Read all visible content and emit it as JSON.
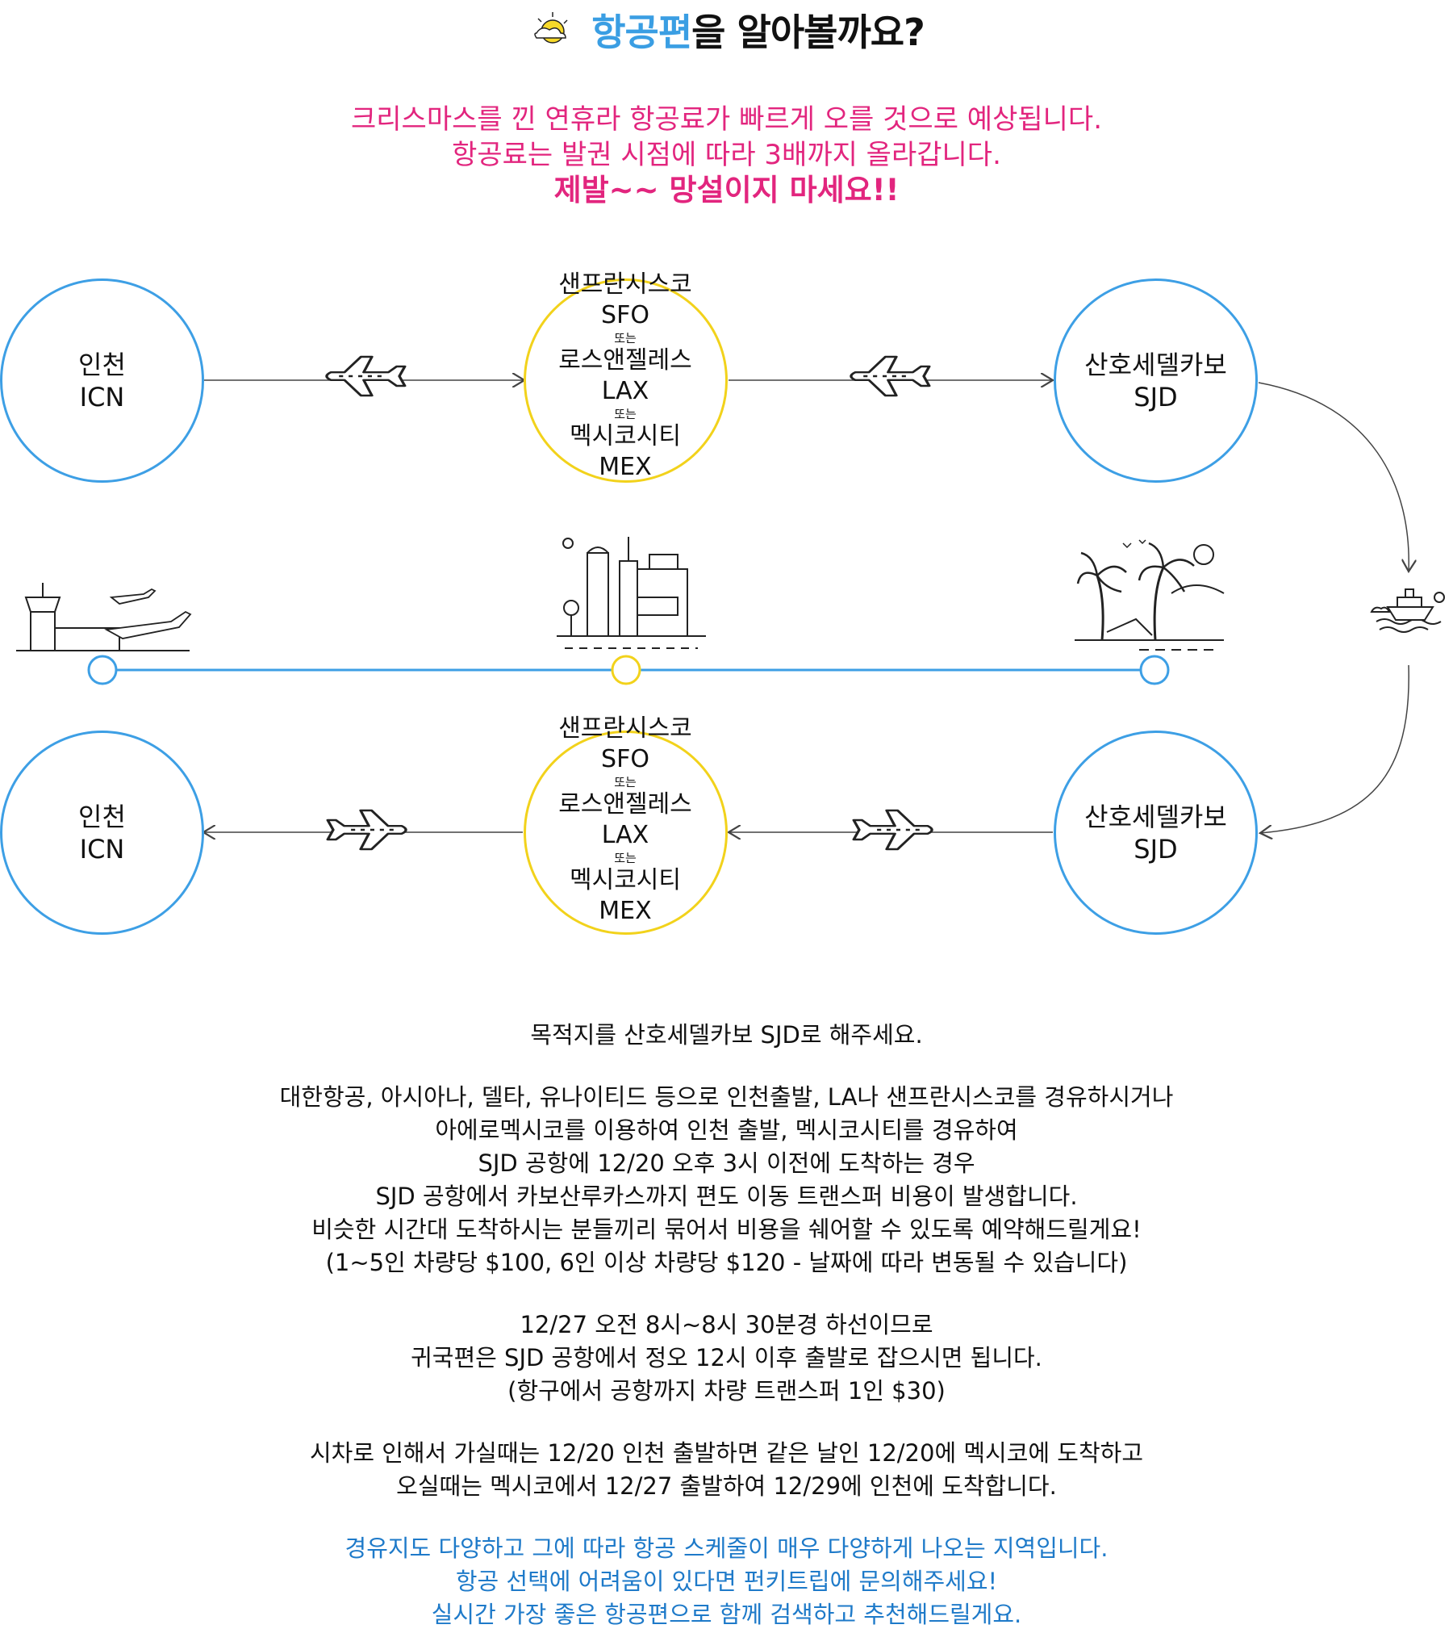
{
  "title": {
    "highlight": "항공편",
    "rest": "을 알아볼까요?"
  },
  "notice": [
    "크리스마스를 낀 연휴라 항공료가 빠르게 오를 것으로 예상됩니다.",
    "항공료는 발권 시점에 따라 3배까지 올라갑니다."
  ],
  "notice_strong": "제발~~ 망설이지 마세요!!",
  "route_out": {
    "origin": {
      "name": "인천",
      "code": "ICN"
    },
    "destination": {
      "name": "산호세델카보",
      "code": "SJD"
    }
  },
  "route_back": {
    "origin": {
      "name": "산호세델카보",
      "code": "SJD"
    },
    "destination": {
      "name": "인천",
      "code": "ICN"
    }
  },
  "via": {
    "sfo_name": "샌프란시스코",
    "sfo_code": "SFO",
    "or": "또는",
    "lax_name": "로스앤젤레스",
    "lax_code": "LAX",
    "mex_name": "멕시코시티",
    "mex_code": "MEX"
  },
  "icons": [
    "airport-icon",
    "city-icon",
    "beach-icon",
    "cruise-ship-icon",
    "airplane-icon",
    "sun-cloud-icon"
  ],
  "colors": {
    "blue": "#3d9fe5",
    "yellow": "#f2d21b",
    "pink": "#e2257e",
    "info_blue": "#1e7ac9"
  },
  "info": {
    "p1": "목적지를 산호세델카보 SJD로 해주세요.",
    "p2": [
      "대한항공, 아시아나, 델타, 유나이티드 등으로 인천출발, LA나 샌프란시스코를 경유하시거나",
      "아에로멕시코를 이용하여 인천 출발, 멕시코시티를 경유하여",
      "SJD 공항에 12/20 오후 3시 이전에 도착하는 경우",
      "SJD 공항에서 카보산루카스까지 편도 이동 트랜스퍼 비용이 발생합니다.",
      "비슷한 시간대 도착하시는 분들끼리 묶어서 비용을 쉐어할 수 있도록 예약해드릴게요!",
      "(1~5인 차량당 $100, 6인 이상 차량당 $120 - 날짜에 따라 변동될 수 있습니다)"
    ],
    "p3": [
      "12/27 오전 8시~8시 30분경 하선이므로",
      "귀국편은 SJD 공항에서 정오 12시 이후 출발로 잡으시면 됩니다.",
      "(항구에서 공항까지 차량 트랜스퍼 1인 $30)"
    ],
    "p4": [
      "시차로 인해서 가실때는 12/20 인천 출발하면 같은 날인 12/20에 멕시코에 도착하고",
      "오실때는 멕시코에서 12/27 출발하여 12/29에 인천에 도착합니다."
    ],
    "p5": [
      "경유지도 다양하고 그에 따라 항공 스케줄이 매우 다양하게 나오는 지역입니다.",
      "항공 선택에 어려움이 있다면 펀키트립에 문의해주세요!",
      "실시간 가장 좋은 항공편으로 함께 검색하고 추천해드릴게요."
    ]
  }
}
